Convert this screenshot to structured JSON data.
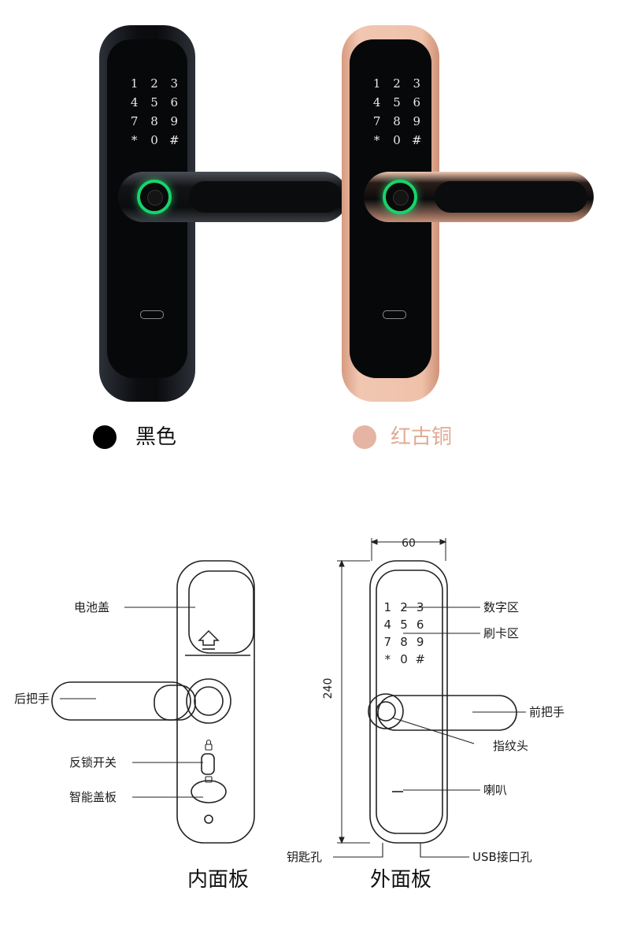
{
  "variants": [
    {
      "name": "黑色",
      "swatch_color": "#000000",
      "label_color": "#111111"
    },
    {
      "name": "红古铜",
      "swatch_color": "#e6b4a2",
      "label_color": "#e3a994"
    }
  ],
  "keypad_keys": [
    "1",
    "2",
    "3",
    "4",
    "5",
    "6",
    "7",
    "8",
    "9",
    "*",
    "0",
    "#"
  ],
  "inner_panel": {
    "title": "内面板",
    "labels": {
      "battery_cover": "电池盖",
      "rear_handle": "后把手",
      "anti_lock_switch": "反锁开关",
      "smart_cover": "智能盖板"
    }
  },
  "outer_panel": {
    "title": "外面板",
    "dimensions": {
      "width": "60",
      "height": "240"
    },
    "labels": {
      "number_area": "数字区",
      "card_area": "刷卡区",
      "front_handle": "前把手",
      "fingerprint": "指纹头",
      "speaker": "喇叭",
      "key_hole": "钥匙孔",
      "usb_port": "USB接口孔"
    }
  }
}
